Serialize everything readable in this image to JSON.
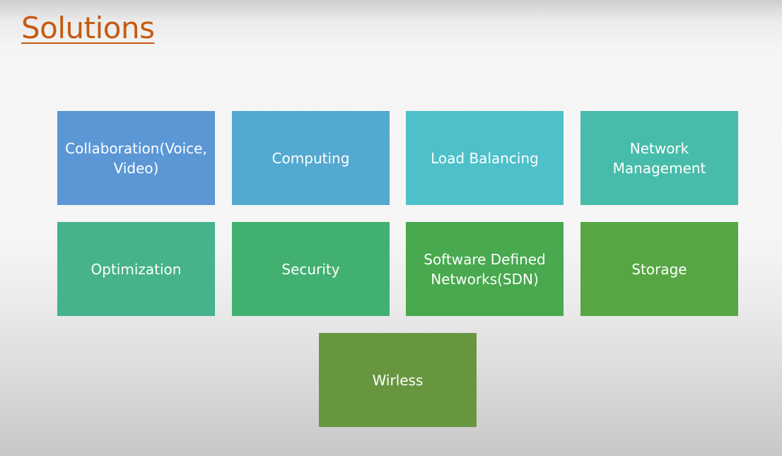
{
  "slide": {
    "title": "Solutions"
  },
  "tiles": [
    {
      "label": "Collaboration(Voice, Video)",
      "color": "#5b97d5"
    },
    {
      "label": "Computing",
      "color": "#53a9cf"
    },
    {
      "label": "Load Balancing",
      "color": "#4ec0c9"
    },
    {
      "label": "Network Management",
      "color": "#48bcaa"
    },
    {
      "label": "Optimization",
      "color": "#46b38a"
    },
    {
      "label": "Security",
      "color": "#42b070"
    },
    {
      "label": "Software Defined Networks(SDN)",
      "color": "#48a94e"
    },
    {
      "label": "Storage",
      "color": "#56a744"
    },
    {
      "label": "Wirless",
      "color": "#67963f"
    }
  ],
  "colors": {
    "title": "#c55a11",
    "tile_text": "#ffffff"
  }
}
